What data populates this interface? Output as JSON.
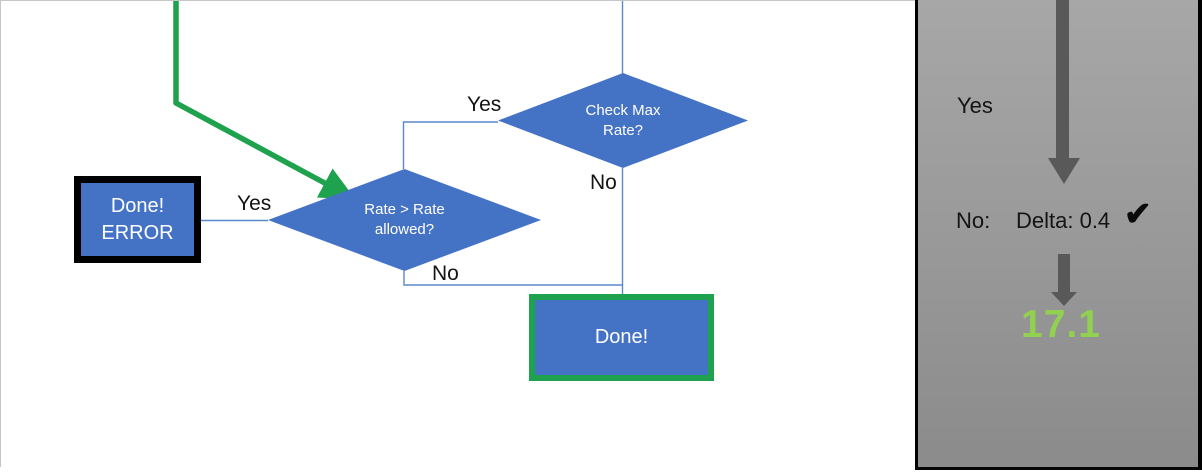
{
  "flowchart": {
    "check_max_rate": {
      "line1": "Check Max",
      "line2": "Rate?"
    },
    "rate_allowed": {
      "line1": "Rate > Rate",
      "line2": "allowed?"
    },
    "done_error": {
      "line1": "Done!",
      "line2": "ERROR"
    },
    "done": {
      "label": "Done!"
    },
    "labels": {
      "check_yes": "Yes",
      "check_no": "No",
      "rate_yes": "Yes",
      "rate_no": "No"
    }
  },
  "side_panel": {
    "yes_label": "Yes",
    "no_label": "No:",
    "delta_label": "Delta: 0.4",
    "checkmark": "✔",
    "result_value": "17.1"
  },
  "colors": {
    "shape_blue": "#4472C4",
    "connector_blue": "#5b87ce",
    "accent_green": "#1ea24e",
    "value_green": "#92D050",
    "arrow_gray": "#595959",
    "panel_gray": "#989898"
  }
}
